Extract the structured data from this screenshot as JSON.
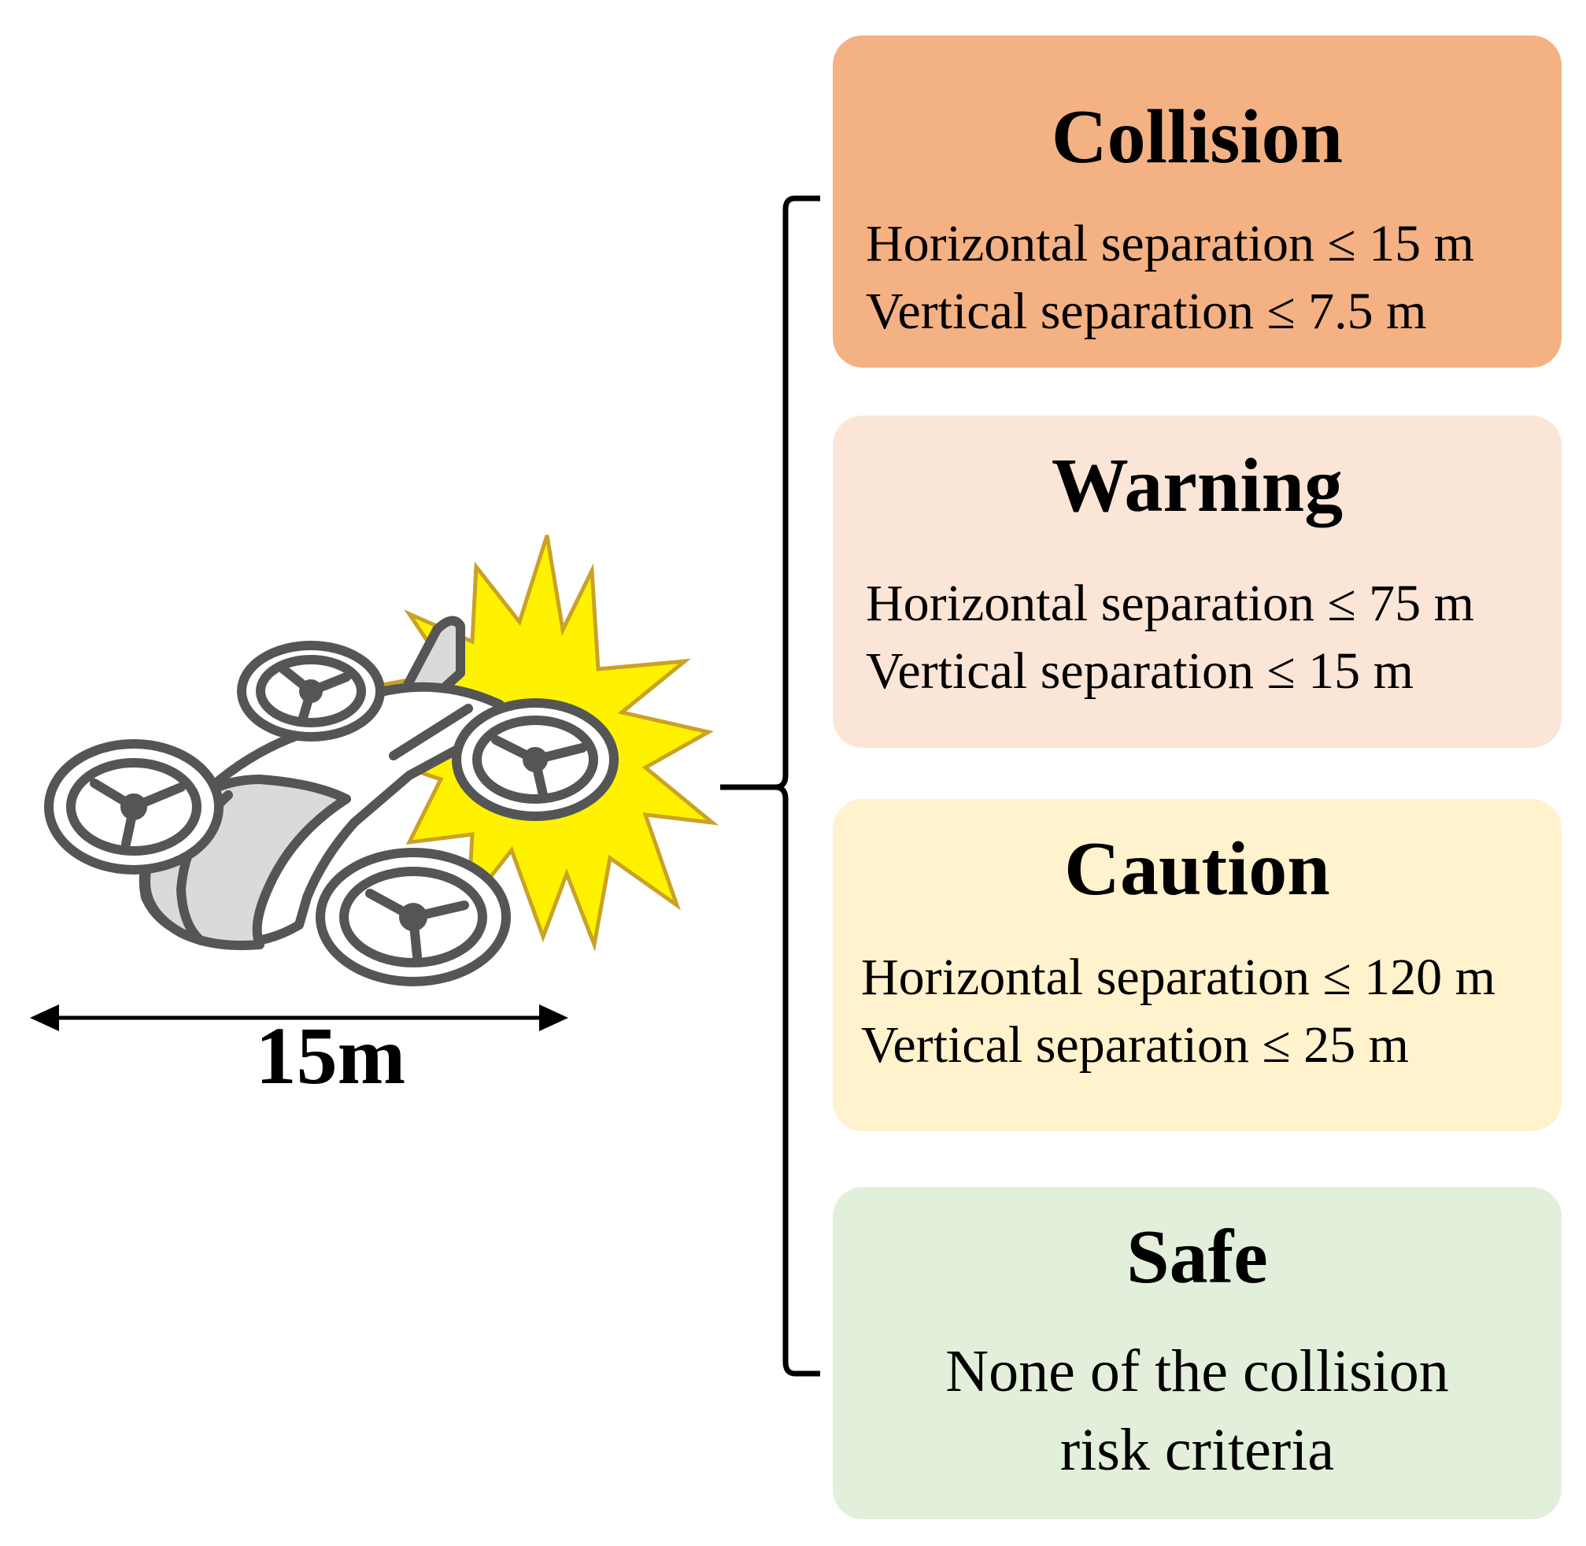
{
  "vehicle": {
    "scale_label": "15m",
    "icon": "evtol-drone-icon",
    "impact_icon": "collision-burst-icon"
  },
  "levels": [
    {
      "title": "Collision",
      "color": "#F4B183",
      "criteria": [
        "Horizontal separation ≤ 15 m",
        "Vertical separation ≤ 7.5 m"
      ]
    },
    {
      "title": "Warning",
      "color": "#FBE5D6",
      "criteria": [
        "Horizontal separation ≤ 75 m",
        "Vertical separation ≤ 15 m"
      ]
    },
    {
      "title": "Caution",
      "color": "#FFF2CC",
      "criteria": [
        "Horizontal separation ≤ 120 m",
        "Vertical separation ≤ 25 m"
      ]
    },
    {
      "title": "Safe",
      "color": "#E2EFDA",
      "criteria": [
        "None of the collision",
        "risk criteria"
      ]
    }
  ],
  "colors": {
    "burst_fill": "#FFF200",
    "burst_stroke": "#C9A227",
    "vehicle_stroke": "#555555",
    "vehicle_fill": "#DADADA"
  }
}
